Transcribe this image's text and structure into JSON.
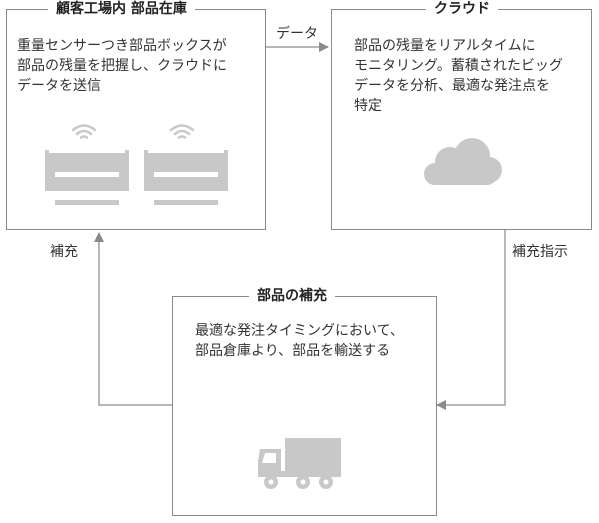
{
  "customer": {
    "title": "顧客工場内 部品在庫",
    "desc": [
      "重量センサーつき部品ボックスが",
      "部品の残量を把握し、クラウドに",
      "データを送信"
    ]
  },
  "cloud": {
    "title": "クラウド",
    "desc": [
      "部品の残量をリアルタイムに",
      "モニタリング。蓄積されたビッグ",
      "データを分析、最適な発注点を",
      "特定"
    ]
  },
  "replenish": {
    "title": "部品の補充",
    "desc": [
      "最適な発注タイミングにおいて、",
      "部品倉庫より、部品を輸送する"
    ]
  },
  "arrows": {
    "data_label": "データ",
    "supply_label": "補充",
    "instruction_label": "補充指示"
  },
  "icons": {
    "wifi": "wifi-icon",
    "parts_box": "parts-box-icon",
    "cloud": "cloud-icon",
    "truck": "truck-icon"
  },
  "colors": {
    "border": "#8a8a8a",
    "icon": "#c8c8c8",
    "text": "#333333"
  }
}
